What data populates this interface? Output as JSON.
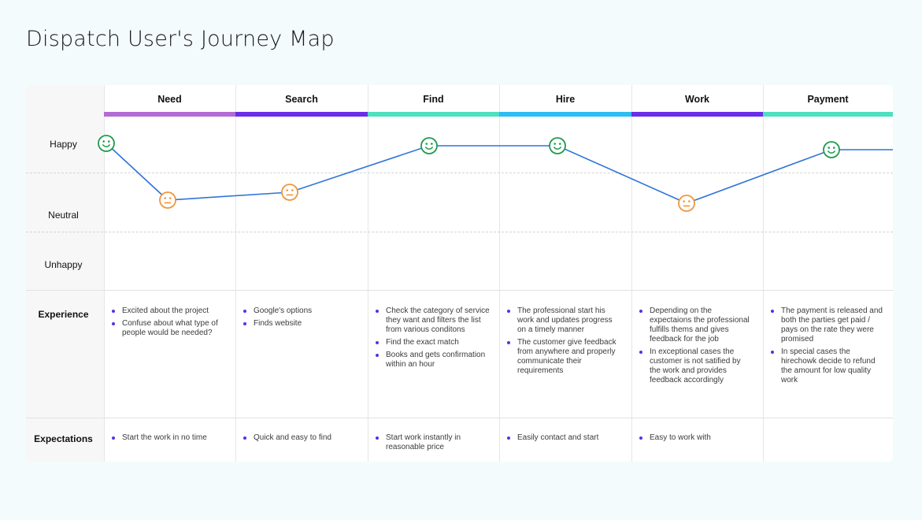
{
  "title": "Dispatch User's Journey Map",
  "row_labels": {
    "happy": "Happy",
    "neutral": "Neutral",
    "unhappy": "Unhappy",
    "experience": "Experience",
    "expectations": "Expectations"
  },
  "phases": [
    {
      "name": "Need",
      "color": "#b36bd4",
      "emotion": "happy",
      "emotion_end": "neutral",
      "experience": [
        "Excited about the project",
        "Confuse about what type of people would be needed?"
      ],
      "expectations": [
        "Start the work in no time"
      ]
    },
    {
      "name": "Search",
      "color": "#6a2ee8",
      "emotion": "neutral",
      "experience": [
        "Google's options",
        "Finds website"
      ],
      "expectations": [
        "Quick and easy to find"
      ]
    },
    {
      "name": "Find",
      "color": "#4fe0c0",
      "emotion": "happy",
      "experience": [
        "Check the category of service they want and filters the list from various conditons",
        "Find the exact match",
        "Books and gets confirmation within an hour"
      ],
      "expectations": [
        "Start work instantly in reasonable price"
      ]
    },
    {
      "name": "Hire",
      "color": "#2dbdf2",
      "emotion": "happy",
      "experience": [
        "The professional start his work and updates progress on a timely manner",
        "The customer give feedback from anywhere and properly communicate their requirements"
      ],
      "expectations": [
        "Easily contact and start"
      ]
    },
    {
      "name": "Work",
      "color": "#6a2ee8",
      "emotion": "neutral",
      "experience": [
        "Depending on the expectaions the professional fulfills thems and gives feedback for the job",
        "In exceptional cases the customer is not satified by the work and provides feedback accordingly"
      ],
      "expectations": [
        "Easy to work with"
      ]
    },
    {
      "name": "Payment",
      "color": "#4fe0c0",
      "emotion": "happy",
      "experience": [
        "The payment is released and both the parties get paid / pays on the rate they were promised",
        "In special cases the hirechowk decide to refund the amount for low quality work"
      ],
      "expectations": []
    }
  ],
  "colors": {
    "line": "#2f74d8",
    "happy_face": "#1f9a4d",
    "neutral_face": "#f0963a",
    "bullet": "#5b2ee6"
  },
  "icons": {
    "happy": "smiley-happy-icon",
    "neutral": "smiley-neutral-icon"
  }
}
